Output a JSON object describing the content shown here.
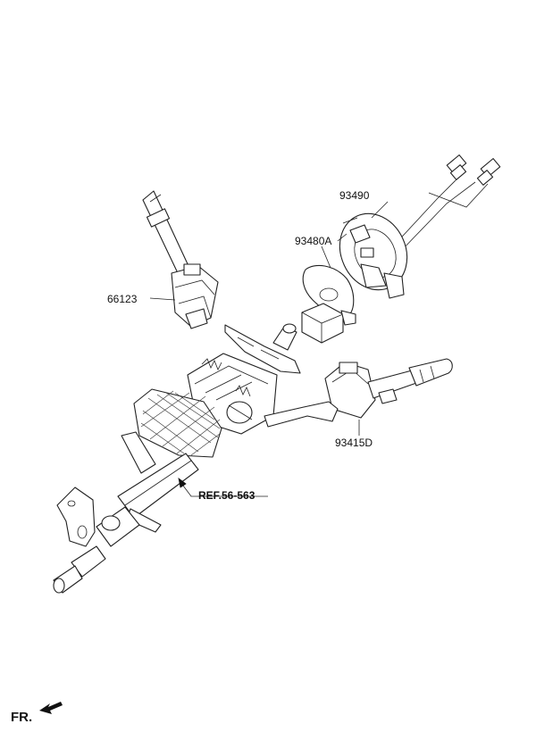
{
  "diagram": {
    "parts": [
      {
        "number": "93490"
      },
      {
        "number": "93480A"
      },
      {
        "number": "66123"
      },
      {
        "number": "93415D"
      }
    ],
    "reference": "REF.56-563",
    "direction_label": "FR."
  }
}
